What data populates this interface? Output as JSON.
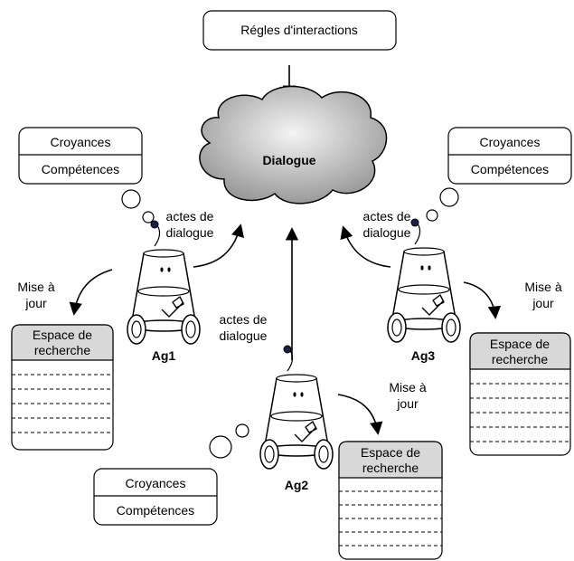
{
  "rules": "Régles d'interactions",
  "dialogue": "Dialogue",
  "beliefs": "Croyances",
  "skills": "Compétences",
  "acts_line1": "actes de",
  "acts_line2": "dialogue",
  "update_line1": "Mise à",
  "update_line2": "jour",
  "search_line1": "Espace de",
  "search_line2": "recherche",
  "agents": {
    "ag1": "Ag1",
    "ag2": "Ag2",
    "ag3": "Ag3"
  }
}
